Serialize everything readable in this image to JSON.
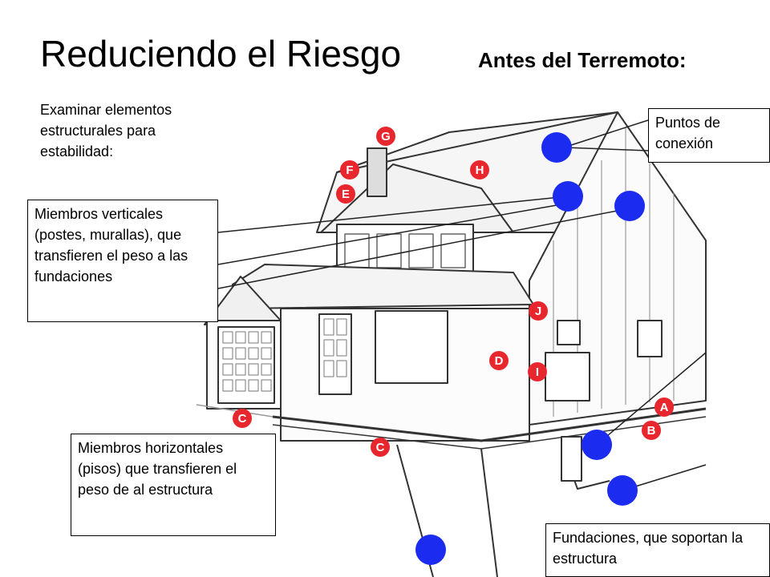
{
  "title": "Reduciendo el Riesgo",
  "subtitle": "Antes del Terremoto:",
  "intro": "Examinar elementos estructurales para estabilidad:",
  "callouts": {
    "vertical": "Miembros verticales (postes, murallas), que transfieren el peso a las fundaciones",
    "horizontal": "Miembros horizontales (pisos) que transfieren el peso de al estructura",
    "connections": "Puntos de conexión",
    "foundations": "Fundaciones, que soportan la estructura"
  },
  "markers": {
    "red_color": "#e8262d",
    "blue_color": "#1b2bf0",
    "letters": [
      "G",
      "F",
      "E",
      "H",
      "J",
      "D",
      "I",
      "A",
      "B",
      "C",
      "C"
    ]
  }
}
